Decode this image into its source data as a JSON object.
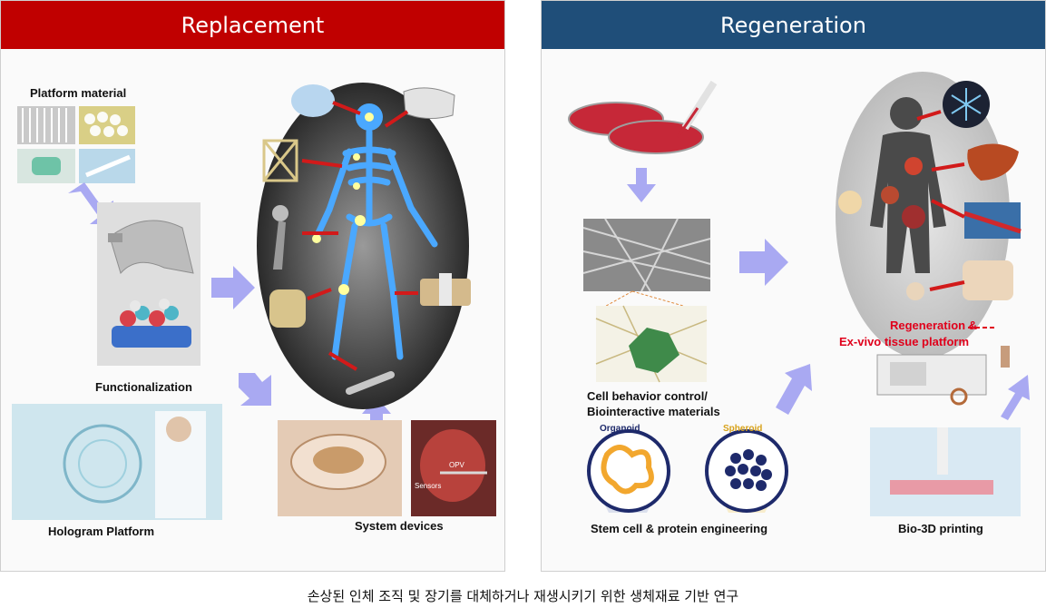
{
  "left": {
    "title": "Replacement",
    "title_color": "#c00000",
    "labels": {
      "platform_material": "Platform material",
      "functionalization": "Functionalization",
      "hologram_platform": "Hologram Platform",
      "system_devices": "System devices",
      "opv": "OPV",
      "sensors": "Sensors"
    }
  },
  "right": {
    "title": "Regeneration",
    "title_color": "#1f4e79",
    "labels": {
      "cell_behavior_1": "Cell behavior control/",
      "cell_behavior_2": "Biointeractive materials",
      "organoid": "Organoid",
      "spheroid": "Spheroid",
      "stem_cell": "Stem cell & protein engineering",
      "regeneration_1": "Regeneration &",
      "regeneration_2": "Ex-vivo tissue platform",
      "bio_3d": "Bio-3D printing"
    }
  },
  "caption": "손상된 인체 조직 및 장기를 대체하거나 재생시키기 위한 생체재료 기반 연구",
  "colors": {
    "arrow": "#a9a9f2",
    "red_arrow": "#d21a1a",
    "skeleton": "#4aa8ff",
    "highlight_text": "#e0001b"
  }
}
